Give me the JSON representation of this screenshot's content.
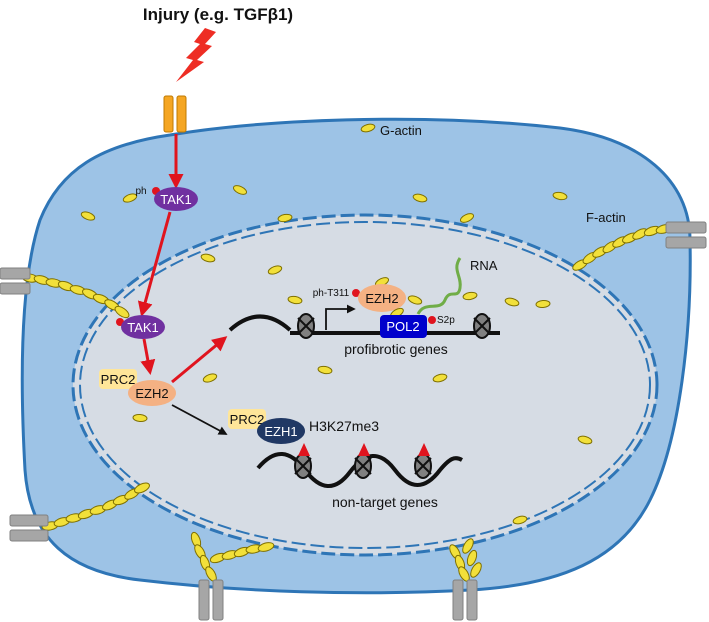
{
  "title": "Injury (e.g. TGFβ1)",
  "labels": {
    "g_actin": "G-actin",
    "f_actin": "F-actin",
    "rna": "RNA",
    "ph": "ph",
    "ph_t311": "ph-T311",
    "s2p": "S2p",
    "profibrotic_genes": "profibrotic genes",
    "h3k27me3": "H3K27me3",
    "non_target_genes": "non-target genes"
  },
  "proteins": {
    "tak1_top": "TAK1",
    "tak1_mid": "TAK1",
    "prc2_a": "PRC2",
    "ezh2_a": "EZH2",
    "ezh2_b": "EZH2",
    "pol2": "POL2",
    "prc2_b": "PRC2",
    "ezh1": "EZH1"
  },
  "colors": {
    "cell_fill": "#9dc3e6",
    "cell_stroke": "#2e75b6",
    "nucleus_fill": "#d6dce4",
    "actin": "#f2e03a",
    "actin_stroke": "#7f7000",
    "tak1": "#7030a0",
    "ezh2": "#f4b183",
    "prc2": "#ffe699",
    "pol2": "#0000cc",
    "ezh1": "#203864",
    "arrow_red": "#e0141e",
    "receptor": "#f5a623",
    "lightning": "#ee2d24",
    "rna": "#70ad47",
    "anchor": "#a6a6a6",
    "mark_red": "#e0141e"
  }
}
